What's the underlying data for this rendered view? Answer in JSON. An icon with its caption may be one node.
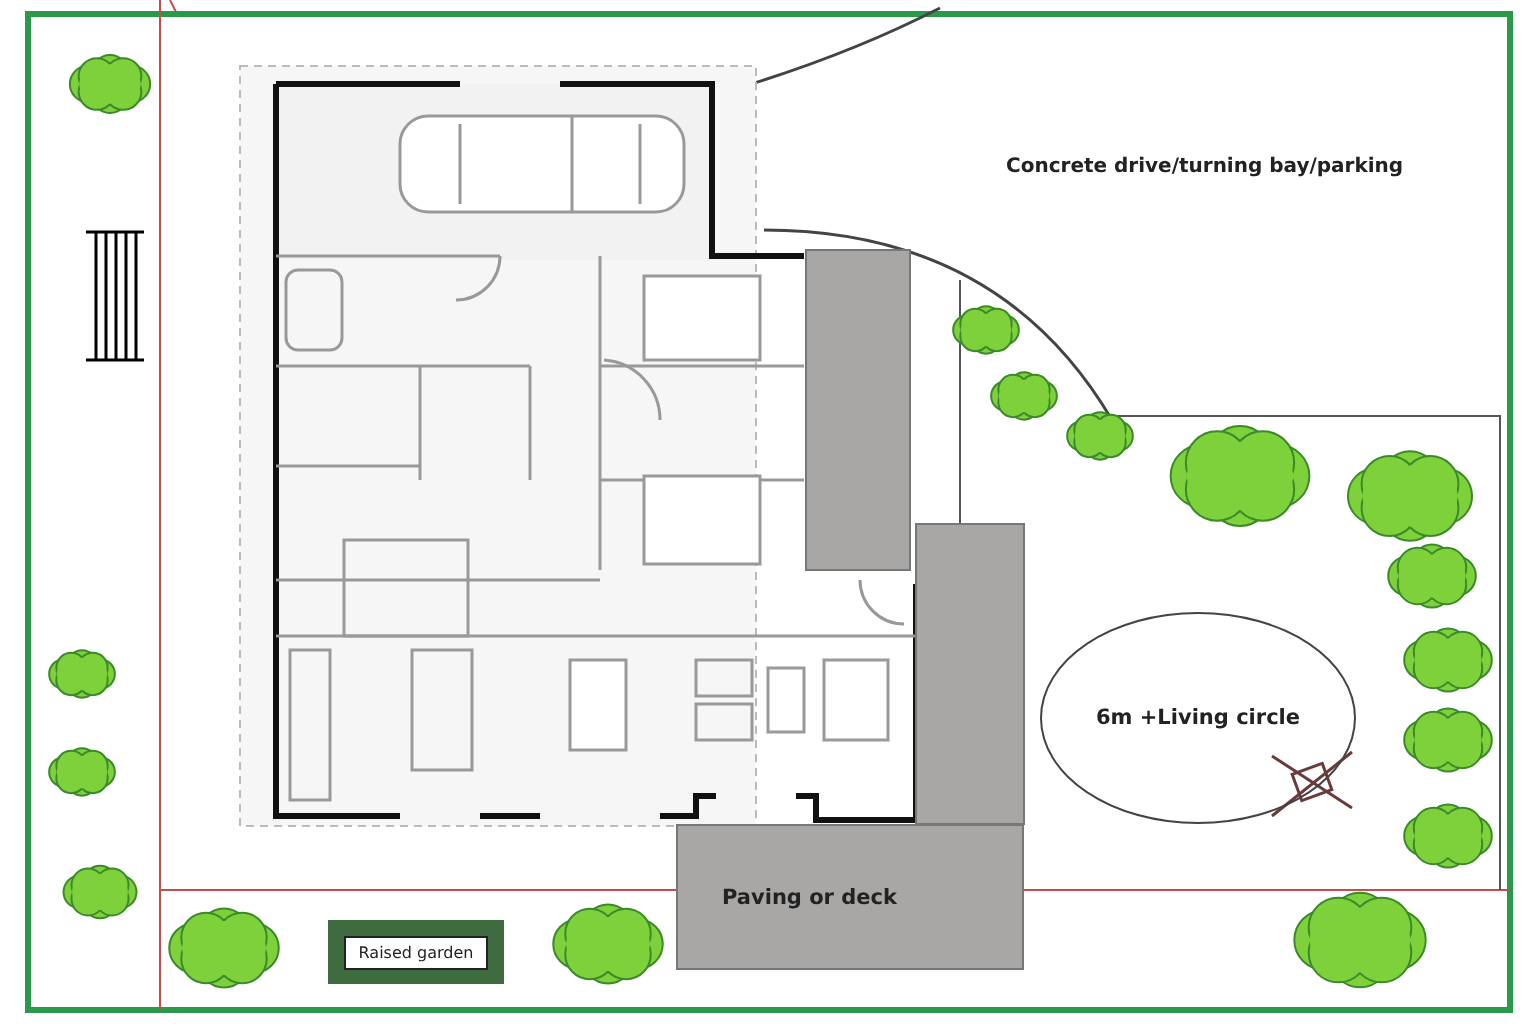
{
  "diagram": {
    "nodes": [
      {
        "text": [
          "6m +Living circle"
        ]
      },
      {
        "text": [
          "Paving or deck"
        ]
      },
      {
        "text": [
          "Raised garden"
        ]
      }
    ],
    "labels": [
      "Concrete drive/turning bay/parking"
    ]
  }
}
